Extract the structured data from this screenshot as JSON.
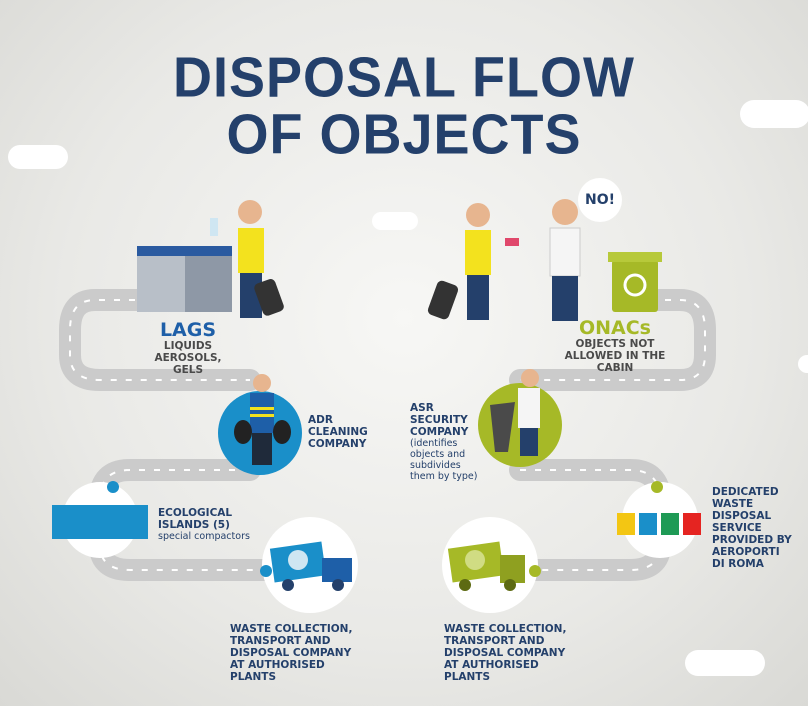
{
  "title": {
    "line1": "DISPOSAL FLOW",
    "line2": "OF OBJECTS"
  },
  "colors": {
    "navy": "#24406b",
    "blue": "#1a8fc9",
    "olive": "#a6b927",
    "road": "#cbcbcb"
  },
  "left": {
    "lags": {
      "title": "LAGS",
      "subtitle": "LIQUIDS AEROSOLS, GELS"
    },
    "adr": {
      "label": "ADR CLEANING COMPANY"
    },
    "eco": {
      "label": "ECOLOGICAL ISLANDS (5)",
      "sub": "special compactors"
    },
    "truck": {
      "label": "WASTE COLLECTION, TRANSPORT AND DISPOSAL COMPANY AT AUTHORISED PLANTS"
    }
  },
  "right": {
    "speech": "NO!",
    "onacs": {
      "title": "ONACs",
      "subtitle": "OBJECTS NOT ALLOWED IN THE CABIN"
    },
    "asr": {
      "label": "ASR SECURITY COMPANY",
      "sub": "(identifies objects and subdivides them by type)"
    },
    "dedicated": {
      "label": "DEDICATED WASTE DISPOSAL SERVICE PROVIDED BY AEROPORTI DI ROMA"
    },
    "truck": {
      "label": "WASTE COLLECTION, TRANSPORT AND DISPOSAL COMPANY AT AUTHORISED PLANTS"
    }
  }
}
